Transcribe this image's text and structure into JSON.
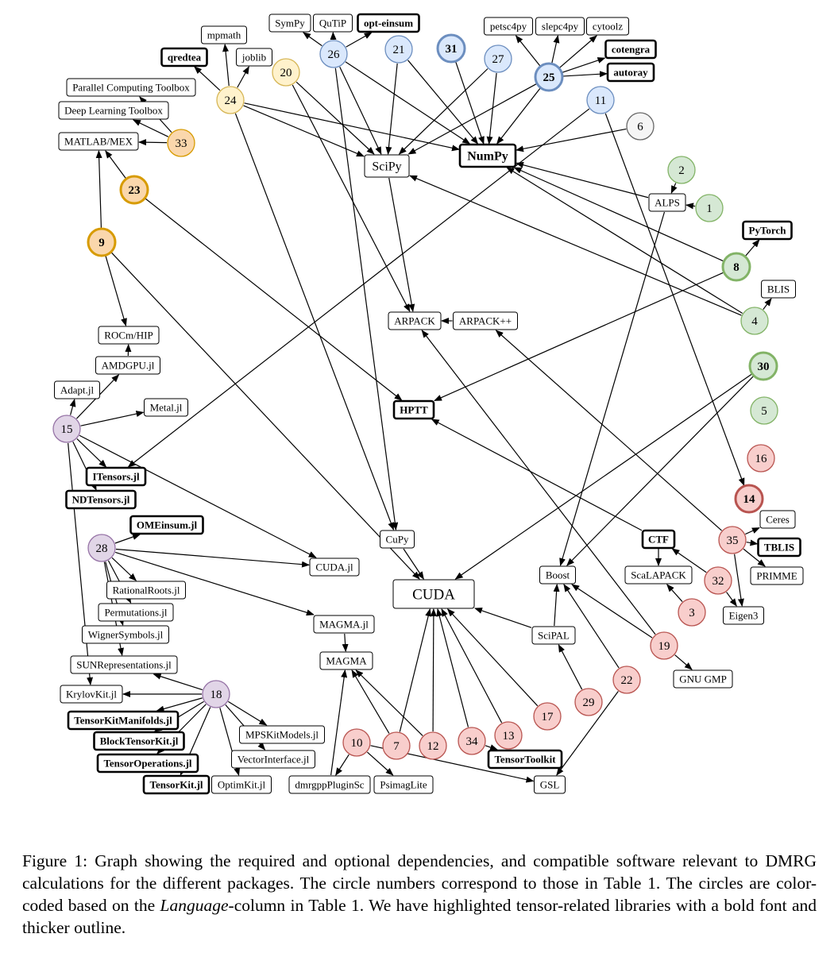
{
  "colors": {
    "edge": "#000000",
    "box_border": "#000000",
    "python_fill": "#dae8fc",
    "python_stroke": "#6c8ebf",
    "julia_fill": "#e1d5e7",
    "julia_stroke": "#9673a6",
    "cpp_fill": "#f8cecc",
    "cpp_stroke": "#b85450",
    "other_fill": "#d5e8d4",
    "other_stroke": "#82b366",
    "matlab_fill": "#fad7ac",
    "matlab_stroke": "#d79b00",
    "mixed_fill": "#fff2cc",
    "mixed_stroke": "#d6b656",
    "plain_fill": "#f5f5f5",
    "plain_stroke": "#666666"
  },
  "nodes": {
    "sympy": {
      "label": "SymPy",
      "kind": "box"
    },
    "qutip": {
      "label": "QuTiP",
      "kind": "box"
    },
    "opteinsum": {
      "label": "opt-einsum",
      "kind": "box",
      "bold": true
    },
    "mpmath": {
      "label": "mpmath",
      "kind": "box"
    },
    "qredtea": {
      "label": "qredtea",
      "kind": "box",
      "bold": true
    },
    "joblib": {
      "label": "joblib",
      "kind": "box"
    },
    "pct": {
      "label": "Parallel Computing Toolbox",
      "kind": "box"
    },
    "dlt": {
      "label": "Deep Learning Toolbox",
      "kind": "box"
    },
    "matlab": {
      "label": "MATLAB/MEX",
      "kind": "box"
    },
    "scipy": {
      "label": "SciPy",
      "kind": "box",
      "size": "large"
    },
    "numpy": {
      "label": "NumPy",
      "kind": "box",
      "bold": true,
      "size": "large"
    },
    "petsc4py": {
      "label": "petsc4py",
      "kind": "box"
    },
    "slepc4py": {
      "label": "slepc4py",
      "kind": "box"
    },
    "cytoolz": {
      "label": "cytoolz",
      "kind": "box"
    },
    "cotengra": {
      "label": "cotengra",
      "kind": "box",
      "bold": true
    },
    "autoray": {
      "label": "autoray",
      "kind": "box",
      "bold": true
    },
    "alps": {
      "label": "ALPS",
      "kind": "box"
    },
    "pytorch": {
      "label": "PyTorch",
      "kind": "box",
      "bold": true
    },
    "blis": {
      "label": "BLIS",
      "kind": "box"
    },
    "arpack": {
      "label": "ARPACK",
      "kind": "box"
    },
    "arpackpp": {
      "label": "ARPACK++",
      "kind": "box"
    },
    "rocm": {
      "label": "ROCm/HIP",
      "kind": "box"
    },
    "amdgpu": {
      "label": "AMDGPU.jl",
      "kind": "box"
    },
    "adapt": {
      "label": "Adapt.jl",
      "kind": "box"
    },
    "metal": {
      "label": "Metal.jl",
      "kind": "box"
    },
    "hptt": {
      "label": "HPTT",
      "kind": "box",
      "bold": true
    },
    "itensors": {
      "label": "ITensors.jl",
      "kind": "box",
      "bold": true
    },
    "ndtensors": {
      "label": "NDTensors.jl",
      "kind": "box",
      "bold": true
    },
    "omeinsum": {
      "label": "OMEinsum.jl",
      "kind": "box",
      "bold": true
    },
    "cupy": {
      "label": "CuPy",
      "kind": "box"
    },
    "cudajl": {
      "label": "CUDA.jl",
      "kind": "box"
    },
    "cuda": {
      "label": "CUDA",
      "kind": "box",
      "size": "xl"
    },
    "boost": {
      "label": "Boost",
      "kind": "box"
    },
    "ctf": {
      "label": "CTF",
      "kind": "box",
      "bold": true
    },
    "scalapack": {
      "label": "ScaLAPACK",
      "kind": "box"
    },
    "ceres": {
      "label": "Ceres",
      "kind": "box"
    },
    "tblis": {
      "label": "TBLIS",
      "kind": "box",
      "bold": true
    },
    "primme": {
      "label": "PRIMME",
      "kind": "box"
    },
    "eigen3": {
      "label": "Eigen3",
      "kind": "box"
    },
    "rationalroots": {
      "label": "RationalRoots.jl",
      "kind": "box"
    },
    "permutations": {
      "label": "Permutations.jl",
      "kind": "box"
    },
    "wigner": {
      "label": "WignerSymbols.jl",
      "kind": "box"
    },
    "sunrep": {
      "label": "SUNRepresentations.jl",
      "kind": "box"
    },
    "krylovkit": {
      "label": "KrylovKit.jl",
      "kind": "box"
    },
    "magmajl": {
      "label": "MAGMA.jl",
      "kind": "box"
    },
    "magma": {
      "label": "MAGMA",
      "kind": "box"
    },
    "scipal": {
      "label": "SciPAL",
      "kind": "box"
    },
    "gnugmp": {
      "label": "GNU GMP",
      "kind": "box"
    },
    "tkmanifolds": {
      "label": "TensorKitManifolds.jl",
      "kind": "box",
      "bold": true
    },
    "blocktk": {
      "label": "BlockTensorKit.jl",
      "kind": "box",
      "bold": true
    },
    "tensorops": {
      "label": "TensorOperations.jl",
      "kind": "box",
      "bold": true
    },
    "tensorkit": {
      "label": "TensorKit.jl",
      "kind": "box",
      "bold": true
    },
    "optimkit": {
      "label": "OptimKit.jl",
      "kind": "box"
    },
    "vectorinterface": {
      "label": "VectorInterface.jl",
      "kind": "box"
    },
    "mpskitmodels": {
      "label": "MPSKitModels.jl",
      "kind": "box"
    },
    "dmrgpp": {
      "label": "dmrgppPluginSc",
      "kind": "box"
    },
    "psimag": {
      "label": "PsimagLite",
      "kind": "box"
    },
    "gsl": {
      "label": "GSL",
      "kind": "box"
    },
    "tensortoolkit": {
      "label": "TensorToolkit",
      "kind": "box",
      "bold": true
    },
    "c1": {
      "label": "1",
      "kind": "circle",
      "lang": "other"
    },
    "c2": {
      "label": "2",
      "kind": "circle",
      "lang": "other"
    },
    "c3": {
      "label": "3",
      "kind": "circle",
      "lang": "cpp"
    },
    "c4": {
      "label": "4",
      "kind": "circle",
      "lang": "other"
    },
    "c5": {
      "label": "5",
      "kind": "circle",
      "lang": "other"
    },
    "c6": {
      "label": "6",
      "kind": "circle",
      "lang": "plain"
    },
    "c7": {
      "label": "7",
      "kind": "circle",
      "lang": "cpp"
    },
    "c8": {
      "label": "8",
      "kind": "circle",
      "lang": "other",
      "bold": true
    },
    "c9": {
      "label": "9",
      "kind": "circle",
      "lang": "matlab",
      "bold": true
    },
    "c10": {
      "label": "10",
      "kind": "circle",
      "lang": "cpp"
    },
    "c11": {
      "label": "11",
      "kind": "circle",
      "lang": "python"
    },
    "c12": {
      "label": "12",
      "kind": "circle",
      "lang": "cpp"
    },
    "c13": {
      "label": "13",
      "kind": "circle",
      "lang": "cpp"
    },
    "c14": {
      "label": "14",
      "kind": "circle",
      "lang": "cpp",
      "bold": true
    },
    "c15": {
      "label": "15",
      "kind": "circle",
      "lang": "julia"
    },
    "c16": {
      "label": "16",
      "kind": "circle",
      "lang": "cpp"
    },
    "c17": {
      "label": "17",
      "kind": "circle",
      "lang": "cpp"
    },
    "c18": {
      "label": "18",
      "kind": "circle",
      "lang": "julia"
    },
    "c19": {
      "label": "19",
      "kind": "circle",
      "lang": "cpp"
    },
    "c20": {
      "label": "20",
      "kind": "circle",
      "lang": "mixed"
    },
    "c21": {
      "label": "21",
      "kind": "circle",
      "lang": "python"
    },
    "c22": {
      "label": "22",
      "kind": "circle",
      "lang": "cpp"
    },
    "c23": {
      "label": "23",
      "kind": "circle",
      "lang": "matlab",
      "bold": true
    },
    "c24": {
      "label": "24",
      "kind": "circle",
      "lang": "mixed"
    },
    "c25": {
      "label": "25",
      "kind": "circle",
      "lang": "python",
      "bold": true
    },
    "c26": {
      "label": "26",
      "kind": "circle",
      "lang": "python"
    },
    "c27": {
      "label": "27",
      "kind": "circle",
      "lang": "python"
    },
    "c28": {
      "label": "28",
      "kind": "circle",
      "lang": "julia"
    },
    "c29": {
      "label": "29",
      "kind": "circle",
      "lang": "cpp"
    },
    "c30": {
      "label": "30",
      "kind": "circle",
      "lang": "other",
      "bold": true
    },
    "c31": {
      "label": "31",
      "kind": "circle",
      "lang": "python",
      "bold": true
    },
    "c32": {
      "label": "32",
      "kind": "circle",
      "lang": "cpp"
    },
    "c33": {
      "label": "33",
      "kind": "circle",
      "lang": "matlab"
    },
    "c34": {
      "label": "34",
      "kind": "circle",
      "lang": "cpp"
    },
    "c35": {
      "label": "35",
      "kind": "circle",
      "lang": "cpp"
    }
  },
  "edges": [
    [
      "c26",
      "sympy"
    ],
    [
      "c26",
      "qutip"
    ],
    [
      "c26",
      "opteinsum"
    ],
    [
      "c26",
      "scipy"
    ],
    [
      "c26",
      "numpy"
    ],
    [
      "c26",
      "cupy"
    ],
    [
      "c24",
      "mpmath"
    ],
    [
      "c24",
      "qredtea"
    ],
    [
      "c24",
      "joblib"
    ],
    [
      "c24",
      "scipy"
    ],
    [
      "c24",
      "numpy"
    ],
    [
      "c24",
      "cupy"
    ],
    [
      "c20",
      "scipy"
    ],
    [
      "c20",
      "arpack"
    ],
    [
      "c21",
      "scipy"
    ],
    [
      "c21",
      "numpy"
    ],
    [
      "c31",
      "numpy"
    ],
    [
      "c27",
      "numpy"
    ],
    [
      "c27",
      "scipy"
    ],
    [
      "c25",
      "petsc4py"
    ],
    [
      "c25",
      "slepc4py"
    ],
    [
      "c25",
      "cytoolz"
    ],
    [
      "c25",
      "cotengra"
    ],
    [
      "c25",
      "autoray"
    ],
    [
      "c25",
      "numpy"
    ],
    [
      "c25",
      "scipy"
    ],
    [
      "c11",
      "itensors"
    ],
    [
      "c11",
      "c14"
    ],
    [
      "c6",
      "numpy"
    ],
    [
      "c33",
      "pct"
    ],
    [
      "c33",
      "dlt"
    ],
    [
      "c33",
      "matlab"
    ],
    [
      "c23",
      "matlab"
    ],
    [
      "c23",
      "hptt"
    ],
    [
      "c9",
      "matlab"
    ],
    [
      "c9",
      "rocm"
    ],
    [
      "c9",
      "cuda"
    ],
    [
      "scipy",
      "arpack"
    ],
    [
      "arpackpp",
      "arpack"
    ],
    [
      "c2",
      "alps"
    ],
    [
      "c1",
      "alps"
    ],
    [
      "alps",
      "numpy"
    ],
    [
      "alps",
      "boost"
    ],
    [
      "c8",
      "pytorch"
    ],
    [
      "c8",
      "numpy"
    ],
    [
      "c8",
      "hptt"
    ],
    [
      "c4",
      "blis"
    ],
    [
      "c4",
      "scipy"
    ],
    [
      "c4",
      "numpy"
    ],
    [
      "c30",
      "cuda"
    ],
    [
      "c30",
      "boost"
    ],
    [
      "amdgpu",
      "rocm"
    ],
    [
      "c15",
      "adapt"
    ],
    [
      "c15",
      "amdgpu"
    ],
    [
      "c15",
      "metal"
    ],
    [
      "c15",
      "itensors"
    ],
    [
      "c15",
      "ndtensors"
    ],
    [
      "c15",
      "cudajl"
    ],
    [
      "c15",
      "krylovkit"
    ],
    [
      "c28",
      "omeinsum"
    ],
    [
      "c28",
      "cudajl"
    ],
    [
      "c28",
      "rationalroots"
    ],
    [
      "c28",
      "permutations"
    ],
    [
      "c28",
      "wigner"
    ],
    [
      "c28",
      "sunrep"
    ],
    [
      "c28",
      "magmajl"
    ],
    [
      "cupy",
      "cuda"
    ],
    [
      "magmajl",
      "magma"
    ],
    [
      "c35",
      "ceres"
    ],
    [
      "c35",
      "tblis"
    ],
    [
      "c35",
      "primme"
    ],
    [
      "c35",
      "eigen3"
    ],
    [
      "c35",
      "arpackpp"
    ],
    [
      "ctf",
      "hptt"
    ],
    [
      "ctf",
      "scalapack"
    ],
    [
      "c32",
      "ctf"
    ],
    [
      "c32",
      "eigen3"
    ],
    [
      "c3",
      "scalapack"
    ],
    [
      "scipal",
      "boost"
    ],
    [
      "scipal",
      "cuda"
    ],
    [
      "c29",
      "scipal"
    ],
    [
      "c22",
      "boost"
    ],
    [
      "c22",
      "gsl"
    ],
    [
      "c19",
      "gnugmp"
    ],
    [
      "c19",
      "boost"
    ],
    [
      "c19",
      "arpack"
    ],
    [
      "c18",
      "sunrep"
    ],
    [
      "c18",
      "krylovkit"
    ],
    [
      "c18",
      "tkmanifolds"
    ],
    [
      "c18",
      "blocktk"
    ],
    [
      "c18",
      "tensorops"
    ],
    [
      "c18",
      "tensorkit"
    ],
    [
      "c18",
      "optimkit"
    ],
    [
      "c18",
      "vectorinterface"
    ],
    [
      "c18",
      "mpskitmodels"
    ],
    [
      "c7",
      "magma"
    ],
    [
      "c7",
      "cuda"
    ],
    [
      "c12",
      "magma"
    ],
    [
      "c12",
      "cuda"
    ],
    [
      "c34",
      "cuda"
    ],
    [
      "c34",
      "tensortoolkit"
    ],
    [
      "c13",
      "cuda"
    ],
    [
      "c17",
      "cuda"
    ],
    [
      "dmrgpp",
      "magma"
    ],
    [
      "c10",
      "dmrgpp"
    ],
    [
      "c10",
      "psimag"
    ],
    [
      "c10",
      "gsl"
    ]
  ],
  "caption": {
    "part1": "Figure 1:  Graph showing the required and optional dependencies, and compatible software relevant to DMRG calculations for the different packages.  The circle numbers correspond to those in Table 1.  The circles are color-coded based on the ",
    "emph": "Language",
    "part2": "-column in Table 1.  We have highlighted tensor-related libraries with a bold font and thicker outline."
  }
}
